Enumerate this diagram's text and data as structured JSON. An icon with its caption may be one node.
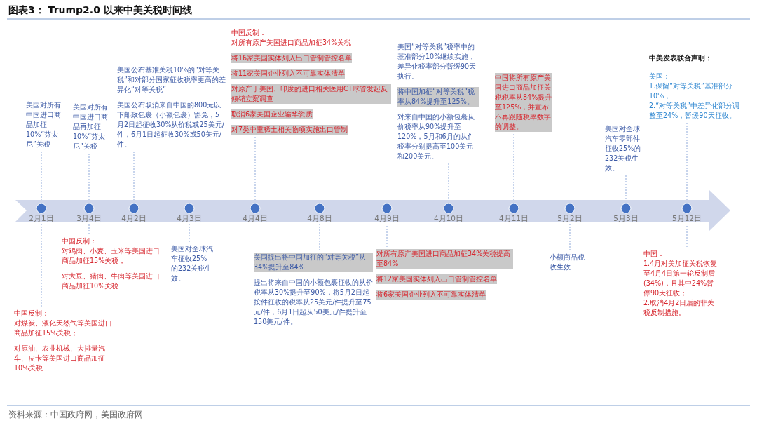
{
  "diagram": {
    "title": "图表3： Trump2.0 以来中美关税时间线",
    "caption": "资料来源：中国政府网，美国政府网",
    "nodes": [
      {
        "text": [
          "2月1日"
        ]
      },
      {
        "text": [
          "3月4日"
        ]
      },
      {
        "text": [
          "4月2日"
        ]
      },
      {
        "text": [
          "4月3日"
        ]
      },
      {
        "text": [
          "4月4日"
        ]
      },
      {
        "text": [
          "4月8日"
        ]
      },
      {
        "text": [
          "4月9日"
        ]
      },
      {
        "text": [
          "4月10日"
        ]
      },
      {
        "text": [
          "4月11日"
        ]
      },
      {
        "text": [
          "5月2日"
        ]
      },
      {
        "text": [
          "5月3日"
        ]
      },
      {
        "text": [
          "5月12日"
        ]
      },
      {
        "text": [
          "美国对所有中国进口商品加征10%“芬太尼”关税"
        ]
      },
      {
        "text": [
          "中国反制：",
          "对煤炭、液化天然气等美国进口商品加征15%关税；",
          "对原油、农业机械、大排量汽车、皮卡等美国进口商品加征10%关税"
        ]
      },
      {
        "text": [
          "美国对所有中国进口商品再加征10%“芬太尼”关税"
        ]
      },
      {
        "text": [
          "中国反制：",
          "对鸡肉、小麦、玉米等美国进口商品加征15%关税；",
          "对大豆、猪肉、牛肉等美国进口商品加征10%关税"
        ]
      },
      {
        "text": [
          "美国公布基准关税10%的“对等关税”和对部分国家征收税率更高的差异化“对等关税”",
          "美国公布取消来自中国的800元以下邮政包裹（小额包裹）豁免，5月2日起征收30%从价税或25美元/件，6月1日起征收30%或50美元/件。"
        ]
      },
      {
        "text": [
          "美国对全球汽车征收25% 的232关税生效。"
        ]
      },
      {
        "text": [
          "中国反制：",
          "对所有原产美国进口商品加征34%关税",
          "将16家美国实体列入出口管制管控名单",
          "将11家美国企业列入不可靠实体清单",
          "对原产于美国、印度的进口相关医用CT球管发起反倾销立案调查",
          "取消6家美国企业输华资质",
          "对7类中重稀土相关物项实施出口管制"
        ]
      },
      {
        "text": [
          "美国提出将中国加征的“对等关税”从34%提升至84%",
          "提出将来自中国的小额包裹征收的从价税率从30%提升至90%，将5月2日起按件征收的税率从25美元/件提升至75元/件，6月1日起从50美元/件提升至150美元/件。"
        ]
      },
      {
        "text": [
          "对所有原产美国进口商品加征34%关税提高至84%",
          "将12家美国实体列入出口管制管控名单",
          "将6家美国企业列入不可靠实体清单"
        ]
      },
      {
        "text": [
          "美国“对等关税”税率中的基准部分10%继续实施，差异化税率部分暂缓90天执行。",
          "将中国加征“对等关税”税率从84%提升至125%。",
          "对来自中国的小额包裹从价税率从90%提升至120%，5月和6月的从件税率分别提高至100美元和200美元。"
        ]
      },
      {
        "text": [
          "中国将所有原产美国进口商品加征关税税率从84%提升至125%，并宣布不再跟随税率数字的调整。"
        ]
      },
      {
        "text": [
          "小额商品税收生效"
        ]
      },
      {
        "text": [
          "美国对全球汽车零部件征收25%的232关税生效。"
        ]
      },
      {
        "text": [
          "中美发表联合声明：",
          "美国：",
          "1.保留“对等关税”基准部分10%；",
          "2.“对等关税”中差异化部分调整至24%，暂缓90天征收。"
        ]
      },
      {
        "text": [
          "中国：",
          "1.4月对美加征关税恢复至4月4日第一轮反制后(34%)，且其中24%暂停90天征收；",
          "2.取消4月2日后的非关税反制措施。"
        ]
      }
    ],
    "edges": [
      {
        "from": 12,
        "to": 0,
        "arrow": "none",
        "style": "dashed"
      },
      {
        "from": 13,
        "to": 0,
        "arrow": "none",
        "style": "dashed"
      },
      {
        "from": 14,
        "to": 1,
        "arrow": "none",
        "style": "dashed"
      },
      {
        "from": 15,
        "to": 1,
        "arrow": "none",
        "style": "dashed"
      },
      {
        "from": 16,
        "to": 2,
        "arrow": "none",
        "style": "dashed"
      },
      {
        "from": 17,
        "to": 3,
        "arrow": "none",
        "style": "dashed"
      },
      {
        "from": 18,
        "to": 4,
        "arrow": "none",
        "style": "dashed"
      },
      {
        "from": 19,
        "to": 5,
        "arrow": "none",
        "style": "dashed"
      },
      {
        "from": 20,
        "to": 6,
        "arrow": "none",
        "style": "dashed"
      },
      {
        "from": 21,
        "to": 7,
        "arrow": "none",
        "style": "dashed"
      },
      {
        "from": 22,
        "to": 8,
        "arrow": "none",
        "style": "dashed"
      },
      {
        "from": 23,
        "to": 9,
        "arrow": "none",
        "style": "dashed"
      },
      {
        "from": 24,
        "to": 10,
        "arrow": "none",
        "style": "dashed"
      },
      {
        "from": 25,
        "to": 11,
        "arrow": "none",
        "style": "dashed"
      },
      {
        "from": 26,
        "to": 11,
        "arrow": "none",
        "style": "dashed"
      }
    ]
  }
}
